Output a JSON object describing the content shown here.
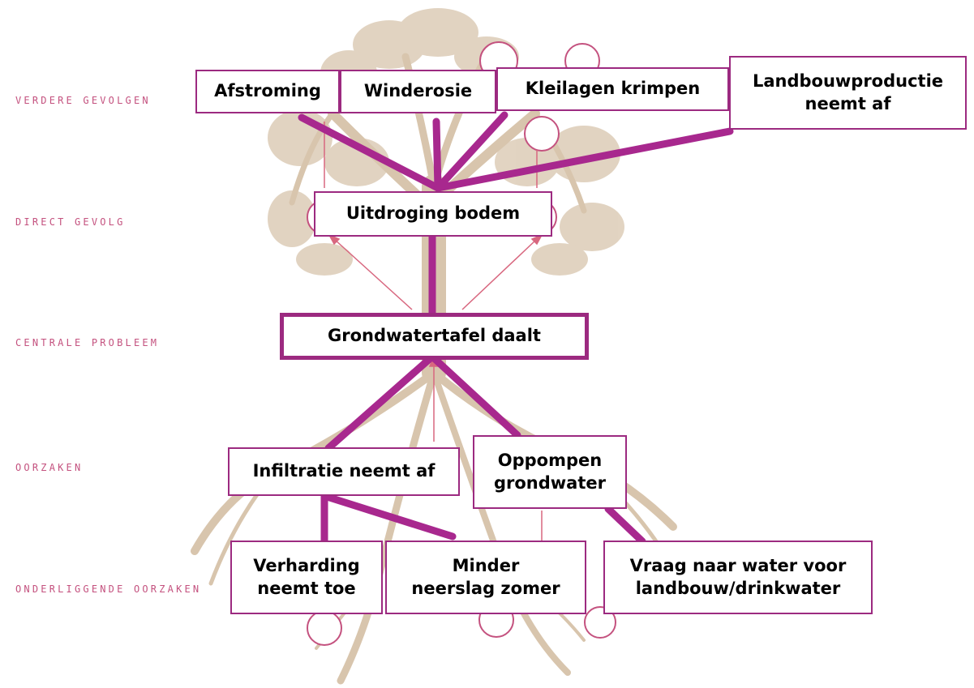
{
  "levels": {
    "verdere_gevolgen": "VERDERE GEVOLGEN",
    "direct_gevolg": "DIRECT GEVOLG",
    "centrale_probleem": "CENTRALE PROBLEEM",
    "oorzaken": "OORZAKEN",
    "onderliggende_oorzaken": "ONDERLIGGENDE OORZAKEN"
  },
  "nodes": {
    "afstroming": "Afstroming",
    "winderosie": "Winderosie",
    "kleilagen": "Kleilagen krimpen",
    "landbouwproductie": "Landbouwproductie\nneemt af",
    "uitdroging": "Uitdroging bodem",
    "grondwatertafel": "Grondwatertafel daalt",
    "infiltratie": "Infiltratie neemt af",
    "oppompen": "Oppompen\ngrondwater",
    "verharding": "Verharding\nneemt toe",
    "neerslag": "Minder\nneerslag zomer",
    "vraag": "Vraag naar water voor\nlandbouw/drinkwater"
  },
  "colors": {
    "connector": "#a8288e",
    "box_border": "#9c2a80",
    "level_label": "#c4527f",
    "tree": "#d8c5ad",
    "thin_arrow": "#d8677f"
  }
}
